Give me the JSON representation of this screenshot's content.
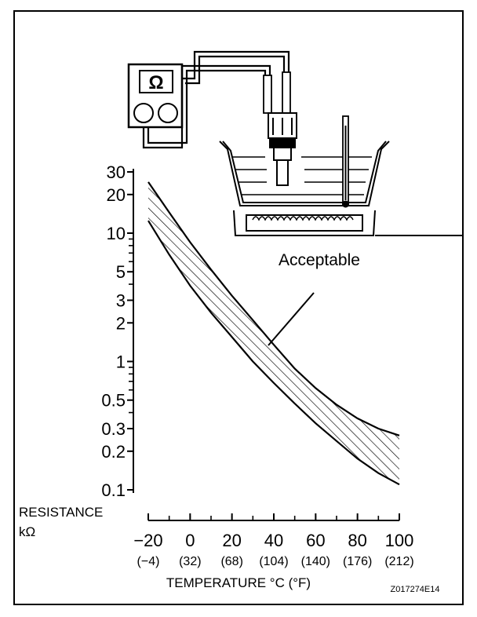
{
  "chart_data": {
    "type": "area",
    "y_scale": "log",
    "ylim": [
      0.1,
      30
    ],
    "xlim": [
      -20,
      100
    ],
    "y_ticks": [
      {
        "value": 30,
        "label": "30"
      },
      {
        "value": 20,
        "label": "20"
      },
      {
        "value": 10,
        "label": "10"
      },
      {
        "value": 5,
        "label": "5"
      },
      {
        "value": 3,
        "label": "3"
      },
      {
        "value": 2,
        "label": "2"
      },
      {
        "value": 1,
        "label": "1"
      },
      {
        "value": 0.5,
        "label": "0.5"
      },
      {
        "value": 0.3,
        "label": "0.3"
      },
      {
        "value": 0.2,
        "label": "0.2"
      },
      {
        "value": 0.1,
        "label": "0.1"
      }
    ],
    "x_ticks": [
      {
        "value": -20,
        "label": "−20",
        "sub": "(−4)"
      },
      {
        "value": 0,
        "label": "0",
        "sub": "(32)"
      },
      {
        "value": 20,
        "label": "20",
        "sub": "(68)"
      },
      {
        "value": 40,
        "label": "40",
        "sub": "(104)"
      },
      {
        "value": 60,
        "label": "60",
        "sub": "(140)"
      },
      {
        "value": 80,
        "label": "80",
        "sub": "(176)"
      },
      {
        "value": 100,
        "label": "100",
        "sub": "(212)"
      }
    ],
    "ylabel_line1": "RESISTANCE",
    "ylabel_line2": "kΩ",
    "xlabel": "TEMPERATURE °C (°F)",
    "band": {
      "x": [
        -20,
        -10,
        0,
        10,
        20,
        30,
        40,
        50,
        60,
        70,
        80,
        90,
        100
      ],
      "upper": [
        25.0,
        14.5,
        8.5,
        5.2,
        3.25,
        2.1,
        1.35,
        0.88,
        0.62,
        0.46,
        0.36,
        0.3,
        0.265
      ],
      "lower": [
        12.5,
        6.8,
        3.9,
        2.4,
        1.55,
        1.0,
        0.68,
        0.47,
        0.33,
        0.24,
        0.175,
        0.135,
        0.11
      ]
    },
    "annotation": "Acceptable"
  },
  "meter": {
    "symbol": "Ω"
  },
  "figure_code": "Z017274E14",
  "colors": {
    "ink": "#000000",
    "background": "#ffffff"
  }
}
